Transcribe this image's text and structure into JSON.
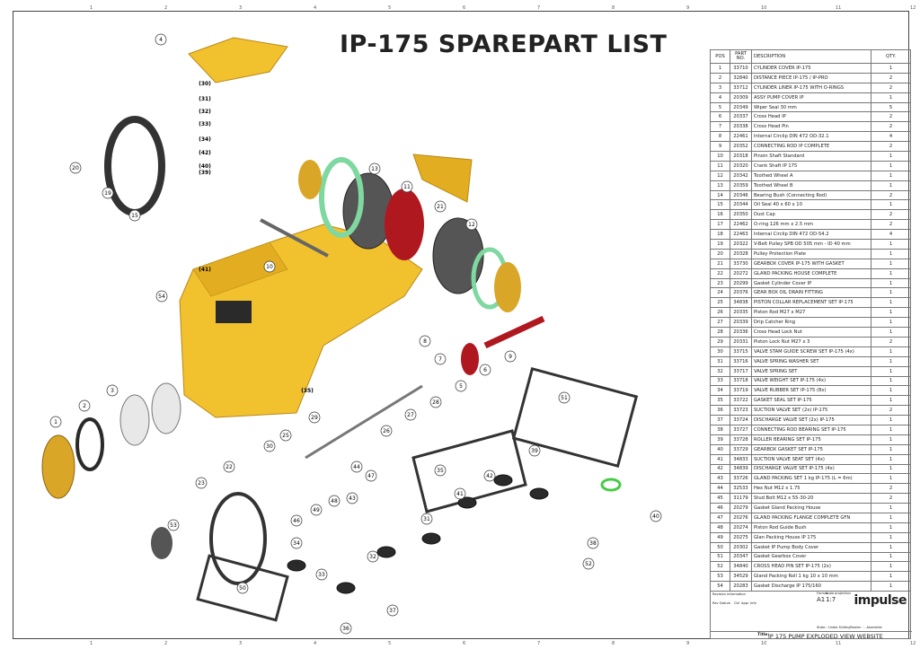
{
  "title": "IP-175 SPAREPART LIST",
  "bom": {
    "headers": {
      "pos": "POS",
      "part": "PART NO.",
      "desc": "DESCRIPTION",
      "qty": "QTY."
    },
    "rows": [
      [
        "1",
        "33710",
        "CYLINDER COVER IP-175",
        "1"
      ],
      [
        "2",
        "32840",
        "DISTANCE PIECE IP-175 / IP-PRO",
        "2"
      ],
      [
        "3",
        "33712",
        "CYLINDER LINER IP-175 WITH O-RINGS",
        "2"
      ],
      [
        "4",
        "20309",
        " ASSY PUMP COVER IP",
        "1"
      ],
      [
        "5",
        "20349",
        "Wiper Seal 30 mm",
        "5"
      ],
      [
        "6",
        "20337",
        "Cross Head IP",
        "2"
      ],
      [
        "7",
        "20338",
        "Cross Head Pin",
        "2"
      ],
      [
        "8",
        "22461",
        "Internal Circlip DIN 472 OD-32.1",
        "4"
      ],
      [
        "9",
        "20352",
        "CONNECTING ROD IP COMPLETE",
        "2"
      ],
      [
        "10",
        "20318",
        "Pinoin Shaft Standard",
        "1"
      ],
      [
        "11",
        "20320",
        "Crank Shaft IP 175",
        "1"
      ],
      [
        "12",
        "20342",
        "Toothed Wheel A",
        "1"
      ],
      [
        "13",
        "20359",
        "Toothed Wheel B",
        "1"
      ],
      [
        "14",
        "20346",
        "Bearing Bush (Connecting Rod)",
        "2"
      ],
      [
        "15",
        "20344",
        "Oil Seal 40 x 60 x 10",
        "1"
      ],
      [
        "16",
        "20350",
        "Dust Cap",
        "2"
      ],
      [
        "17",
        "22462",
        "O-ring 126 mm x 2.5 mm",
        "2"
      ],
      [
        "18",
        "22463",
        "Internal Circlip DIN 472 OD-54.2",
        "4"
      ],
      [
        "19",
        "20322",
        "V-Belt Pulley SPB OD 505 mm - ID 40 mm",
        "1"
      ],
      [
        "20",
        "20328",
        "Pulley Protection Plate",
        "1"
      ],
      [
        "21",
        "33730",
        "GEARBOX COVER IP-175 WITH GASKET",
        "1"
      ],
      [
        "22",
        "20272",
        "GLAND PACKING HOUSE COMPLETE",
        "1"
      ],
      [
        "23",
        "20299",
        "Gasket Cylinder Cover IP",
        "1"
      ],
      [
        "24",
        "20376",
        "GEAR BOX OIL DRAIN FITTING",
        "1"
      ],
      [
        "25",
        "34838",
        "PISTON COLLAR REPLACEMENT SET IP-175",
        "1"
      ],
      [
        "26",
        "20335",
        "Piston Rod M27 x M27",
        "1"
      ],
      [
        "27",
        "20339",
        "Drip Catcher Ring",
        "1"
      ],
      [
        "28",
        "20336",
        "Cross Head Lock Nut",
        "1"
      ],
      [
        "29",
        "20331",
        "Piston Lock Nut M27 x 3",
        "2"
      ],
      [
        "30",
        "33715",
        "VALVE STAM GUIDE SCREW SET IP-175 (4x)",
        "1"
      ],
      [
        "31",
        "33716",
        "VALVE SPRING WASHER SET",
        "1"
      ],
      [
        "32",
        "33717",
        "VALVE SPRING SET",
        "1"
      ],
      [
        "33",
        "33718",
        "VALVE WEIGHT SET IP-175 (4x)",
        "1"
      ],
      [
        "34",
        "33719",
        "VALVE RUBBER SET IP-175 (8x)",
        "1"
      ],
      [
        "35",
        "33722",
        "GASKET SEAL SET IP-175",
        "1"
      ],
      [
        "36",
        "33723",
        "SUCTION VALVE SET (2x) IP-175",
        "2"
      ],
      [
        "37",
        "33724",
        "DISCHARGE VALVE SET (2x) IP-175",
        "1"
      ],
      [
        "38",
        "33727",
        "CONNECTING ROD BEARING SET IP-175",
        "1"
      ],
      [
        "39",
        "33728",
        "ROLLER BEARING SET IP-175",
        "1"
      ],
      [
        "40",
        "33729",
        "GEARBOX GASKET SET IP-175",
        "1"
      ],
      [
        "41",
        "34833",
        "SUCTION VALVE SEAT SET (4x)",
        "1"
      ],
      [
        "42",
        "34839",
        "DISCHARGE VALVE SET IP-175 (4x)",
        "1"
      ],
      [
        "43",
        "33726",
        "GLAND PACKING SET 1 kg IP-175 (L = 6m)",
        "1"
      ],
      [
        "44",
        "32533",
        "Hex Nut M12 x 1.75",
        "2"
      ],
      [
        "45",
        "31179",
        "Stud Bolt M12 x 55-30-20",
        "2"
      ],
      [
        "46",
        "20279",
        "Gasket Gland Packing House",
        "1"
      ],
      [
        "47",
        "20276",
        "GLAND PACKING FLANGE COMPLETE GFN",
        "1"
      ],
      [
        "48",
        "20274",
        "Piston Rod Guide Bush",
        "1"
      ],
      [
        "49",
        "20275",
        "Glan Packing House IP 175",
        "1"
      ],
      [
        "50",
        "20302",
        "Gasket IP Pump Body Cover",
        "1"
      ],
      [
        "51",
        "20347",
        "Gasket Gearbox Cover",
        "1"
      ],
      [
        "52",
        "34840",
        "CROSS HEAD PIN SET IP-175 (2x)",
        "1"
      ],
      [
        "53",
        "34529",
        "Gland Packing Roll 1 kg 10 x 10 mm",
        "1"
      ],
      [
        "54",
        "20283",
        "Gasket Discharge IP 175/160",
        "1"
      ]
    ]
  },
  "title_block": {
    "revision": "Revision information",
    "rev": "Rev",
    "date": "Datum",
    "ctrl": "Ctrl",
    "appr": "Appr",
    "info": "Info",
    "format_label": "Format",
    "format": "A1",
    "scale_label": "scale",
    "scale": "1:7",
    "projection_label": "projection",
    "state": "State : Under Editing",
    "treatment": "Treatm : - Assemble",
    "logo": "impulse",
    "drawing_title_label": "Title:",
    "drawing_title": "IP 175 PUMP EXPLODED VIEW WEBSITE"
  },
  "grid_numbers": [
    "1",
    "2",
    "3",
    "4",
    "5",
    "6",
    "7",
    "8",
    "9",
    "10",
    "11",
    "12"
  ],
  "callouts": [
    "1",
    "2",
    "3",
    "4",
    "5",
    "6",
    "7",
    "8",
    "9",
    "10",
    "11",
    "12",
    "13",
    "15",
    "19",
    "20",
    "21",
    "22",
    "23",
    "25",
    "26",
    "27",
    "28",
    "29",
    "30",
    "31",
    "32",
    "33",
    "34",
    "35",
    "36",
    "37",
    "38",
    "39",
    "40",
    "41",
    "42",
    "43",
    "44",
    "46",
    "47",
    "48",
    "49",
    "50",
    "51",
    "52",
    "53",
    "54",
    "(30)",
    "(31)",
    "(32)",
    "(33)",
    "(34)",
    "(42)",
    "(39)",
    "(40)",
    "(41)",
    "(35)"
  ],
  "colors": {
    "housing": "#f2c12e",
    "housing_dark": "#b8891a",
    "red_parts": "#b01820",
    "gasket": "#7fd8a0",
    "steel": "#9a9a9a",
    "dark": "#2a2a2a"
  }
}
